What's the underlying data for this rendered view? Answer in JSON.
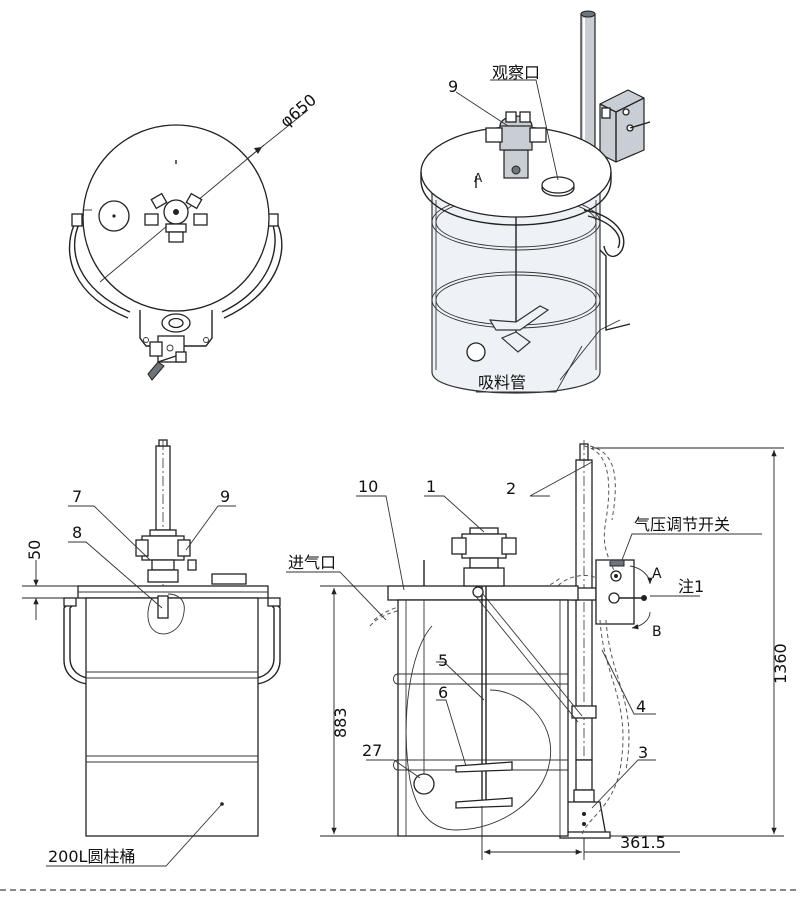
{
  "labels": {
    "diameter": "φ650",
    "observation_port": "观察口",
    "suction_pipe": "吸料管",
    "num_9_top": "9",
    "num_7": "7",
    "num_9": "9",
    "num_8": "8",
    "dim_50": "50",
    "drum": "200L圆柱桶",
    "num_10": "10",
    "num_1": "1",
    "num_2": "2",
    "air_inlet": "进气口",
    "pressure_switch": "气压调节开关",
    "mark_a": "A",
    "mark_b": "B",
    "note_1": "注1",
    "num_5": "5",
    "num_6": "6",
    "num_27": "27",
    "num_4": "4",
    "num_3": "3",
    "dim_883": "883",
    "dim_1360": "1360",
    "dim_361_5": "361.5"
  }
}
